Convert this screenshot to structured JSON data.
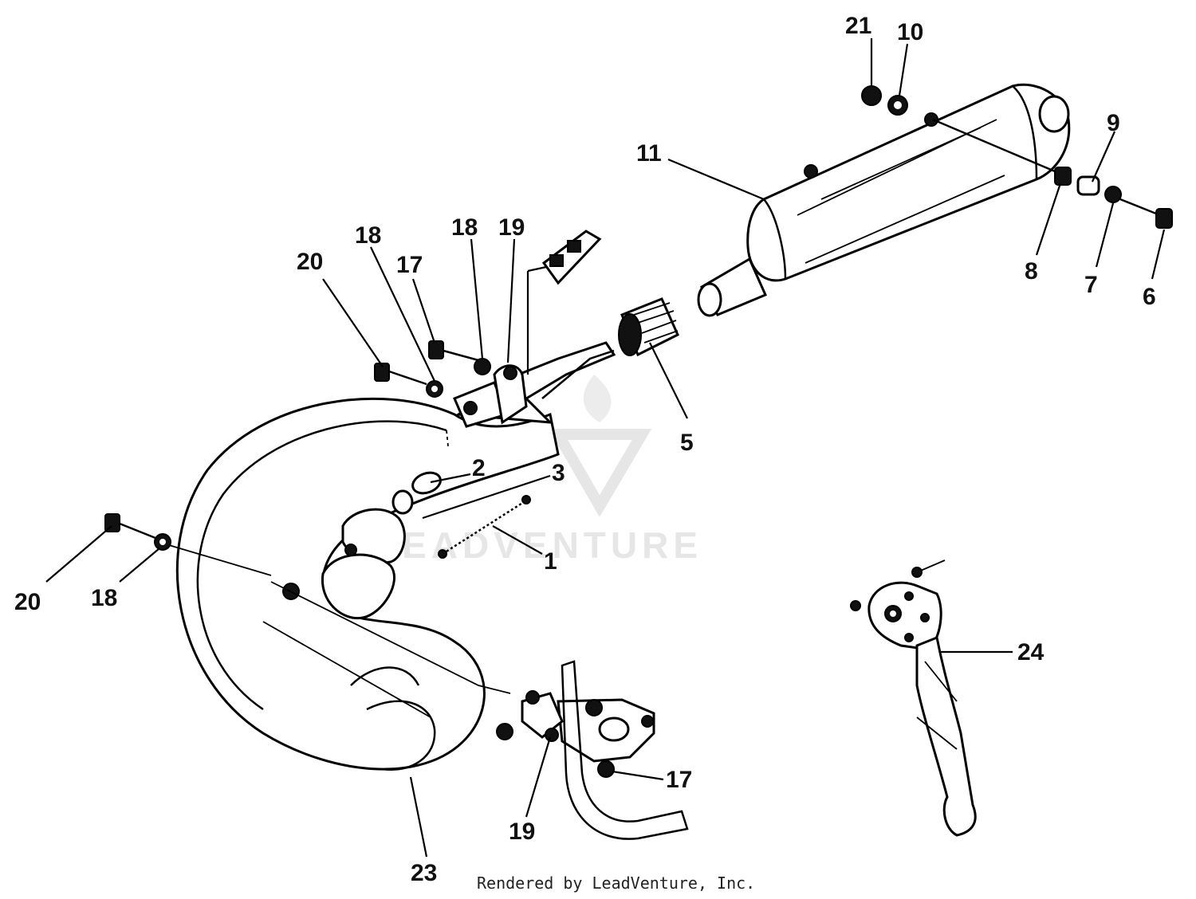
{
  "callouts": {
    "c21": "21",
    "c10": "10",
    "c11": "11",
    "c9": "9",
    "c8a": "8",
    "c7": "7",
    "c6": "6",
    "c20a": "20",
    "c18a": "18",
    "c17a": "17",
    "c18b": "18",
    "c19a": "19",
    "c5": "5",
    "c2": "2",
    "c3": "3",
    "c1": "1",
    "c20b": "20",
    "c18c": "18",
    "c24": "24",
    "c17b": "17",
    "c19b": "19",
    "c23": "23"
  },
  "watermark": {
    "text": "LEADVENTURE"
  },
  "footer": {
    "credit": "Rendered by LeadVenture, Inc."
  }
}
